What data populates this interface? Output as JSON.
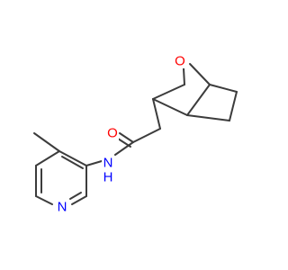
{
  "labels": {
    "oxygen_bridge": "O",
    "oxygen_carbonyl": "O",
    "amide_nh": "N",
    "amide_h": "H",
    "pyridine_n": "N"
  },
  "colors": {
    "bond": "#3c3c3c",
    "oxygen": "#ff0000",
    "nitrogen": "#0000ff",
    "background": "#ffffff"
  }
}
